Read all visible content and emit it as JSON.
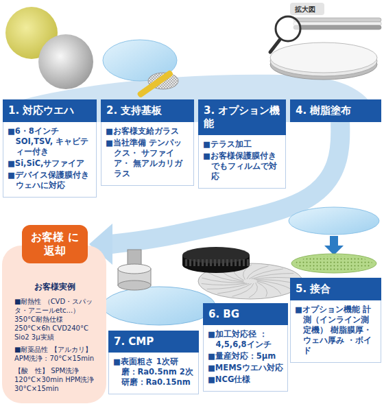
{
  "diagram": {
    "nodes": [
      {
        "text": [
          "1. 対応ウエハ",
          "■6・8インチ SOI,TSV, キャビティー付き",
          "■Si,SiC,サファイア",
          "■デバイス保護膜付き ウェハに対応"
        ]
      },
      {
        "text": [
          "2. 支持基板",
          "■お客様支給ガラス",
          "■当社準備 テンパックス・ サファイア・ 無アルカリガラス"
        ]
      },
      {
        "text": [
          "3. オプション機能",
          "■テラス加工",
          "■お客様保護膜付き でもフィルムで対応"
        ]
      },
      {
        "text": [
          "4. 樹脂塗布"
        ]
      },
      {
        "text": [
          "5. 接合",
          "■オプション機能 計測（インライン測定機） 樹脂膜厚・ウェハ厚み ・ボイド"
        ]
      },
      {
        "text": [
          "6. BG",
          "■加工対応径 ：4,5,6,8インチ",
          "■量産対応：5μm",
          "■MEMSウエハ対応",
          "■NCG仕様"
        ]
      },
      {
        "text": [
          "7. CMP",
          "■表面粗さ 1次研磨：Ra0.5nm 2次研磨：Ra0.15nm"
        ]
      },
      {
        "text": [
          "お客様 に返却"
        ]
      },
      {
        "text": [
          "お客様実例",
          "■耐熱性 （CVD・スパッタ・アニールetc...） 350°C耐熱仕様 250°C×6h CVD240°C Sio2 3μ実績",
          "■耐薬品性 【アルカリ】 APM洗浄：70°C×15min",
          "【酸　性】 SPM洗浄 120°C×30min HPM洗浄 30°C×15min"
        ]
      }
    ],
    "edges": [
      {
        "from": 3,
        "to": 7,
        "arrow": "to"
      }
    ],
    "labels": [
      "拡大図"
    ]
  }
}
